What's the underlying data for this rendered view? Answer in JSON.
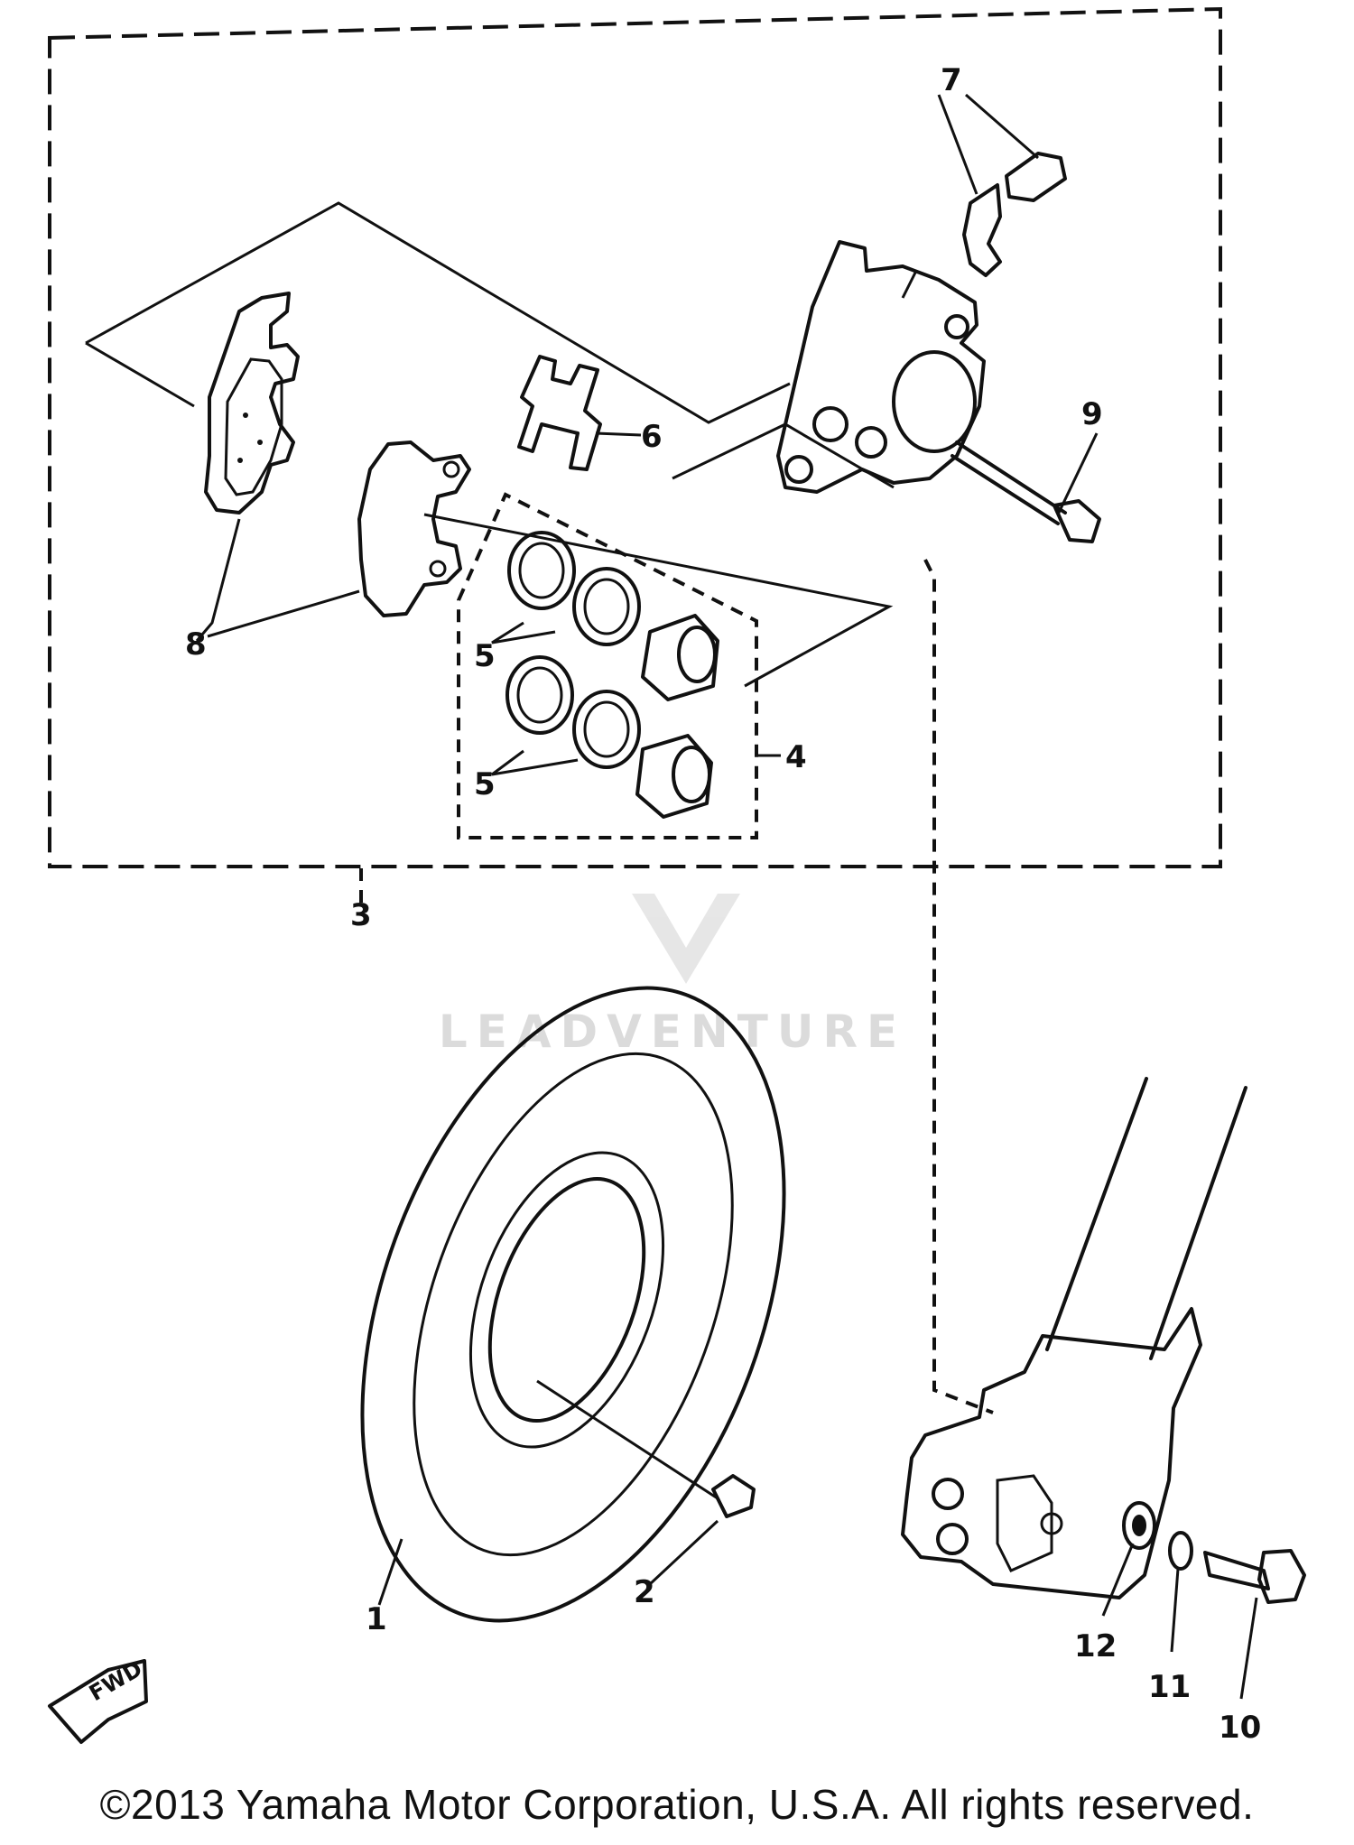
{
  "callouts": {
    "c1": "1",
    "c2": "2",
    "c3": "3",
    "c4": "4",
    "c5a": "5",
    "c5b": "5",
    "c6": "6",
    "c7": "7",
    "c8": "8",
    "c9": "9",
    "c10": "10",
    "c11": "11",
    "c12": "12"
  },
  "fwd_label": "FWD",
  "watermark": "LEADVENTURE",
  "copyright": "©2013 Yamaha Motor Corporation, U.S.A. All rights reserved."
}
